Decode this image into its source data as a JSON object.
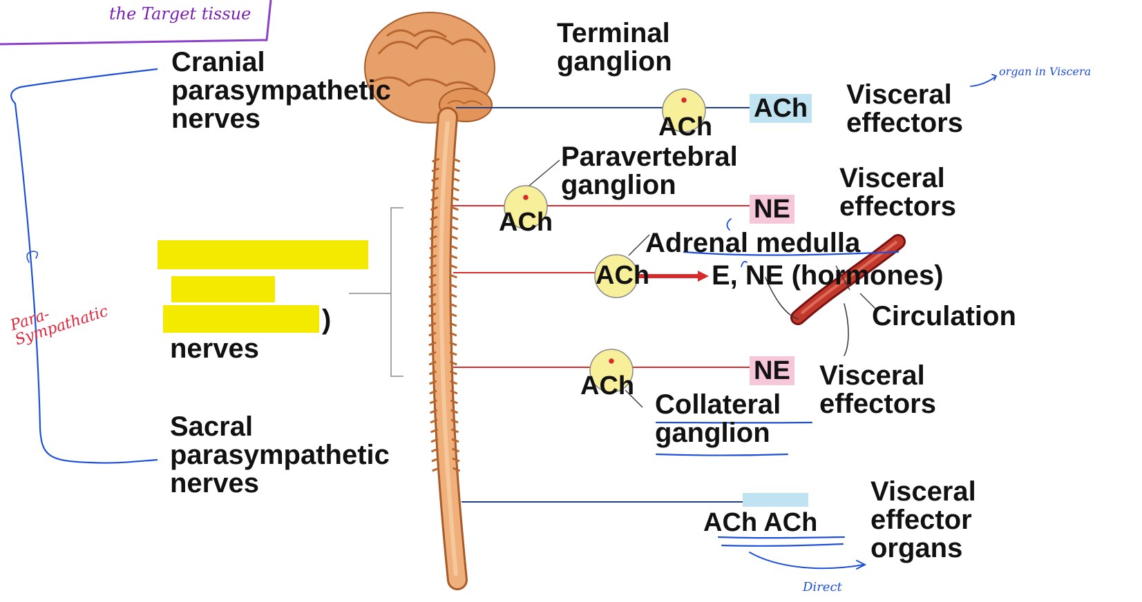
{
  "note_top": "the Target tissue",
  "labels": {
    "cranial": "Cranial\nparasympathetic\nnerves",
    "sympathetic_tail": "nerves",
    "sympathetic_paren": ")",
    "sacral": "Sacral\nparasympathetic\nnerves",
    "terminal_ganglion": "Terminal\nganglion",
    "paravertebral_ganglion": "Paravertebral\nganglion",
    "adrenal_medulla": "Adrenal medulla",
    "collateral_ganglion": "Collateral\nganglion",
    "circulation": "Circulation",
    "hormones": "E, NE (hormones)",
    "visceral_effectors_1": "Visceral\neffectors",
    "visceral_effectors_2": "Visceral\neffectors",
    "visceral_effectors_3": "Visceral\neffectors",
    "visceral_effector_organs": "Visceral\neffector\norgans"
  },
  "neurotransmitters": {
    "ach_terminal_ganglion": "ACh",
    "ach_terminal_target": "ACh",
    "ach_paravertebral": "ACh",
    "ne_paravertebral_target": "NE",
    "ach_adrenal": "ACh",
    "ach_collateral": "ACh",
    "ne_collateral_target": "NE",
    "ach_sacral_pair": "ACh ACh"
  },
  "annotations": {
    "organ_in_viscera": "organ in Viscera",
    "para_sympathetic": "Para-\nSympathatic",
    "direct": "Direct"
  },
  "colors": {
    "nerve_body": "#e8a06a",
    "parasympathetic_line": "#1f3b8c",
    "sympathetic_line": "#d82a2a",
    "ganglion_fill": "#f7ef9a",
    "blue_highlight": "#bfe3f0",
    "pink_highlight": "#f6c7d8",
    "redaction": "#f4ea00",
    "ink_blue": "#1d4fd8",
    "ink_red": "#e0253b",
    "ink_purple": "#7a1fb4"
  }
}
